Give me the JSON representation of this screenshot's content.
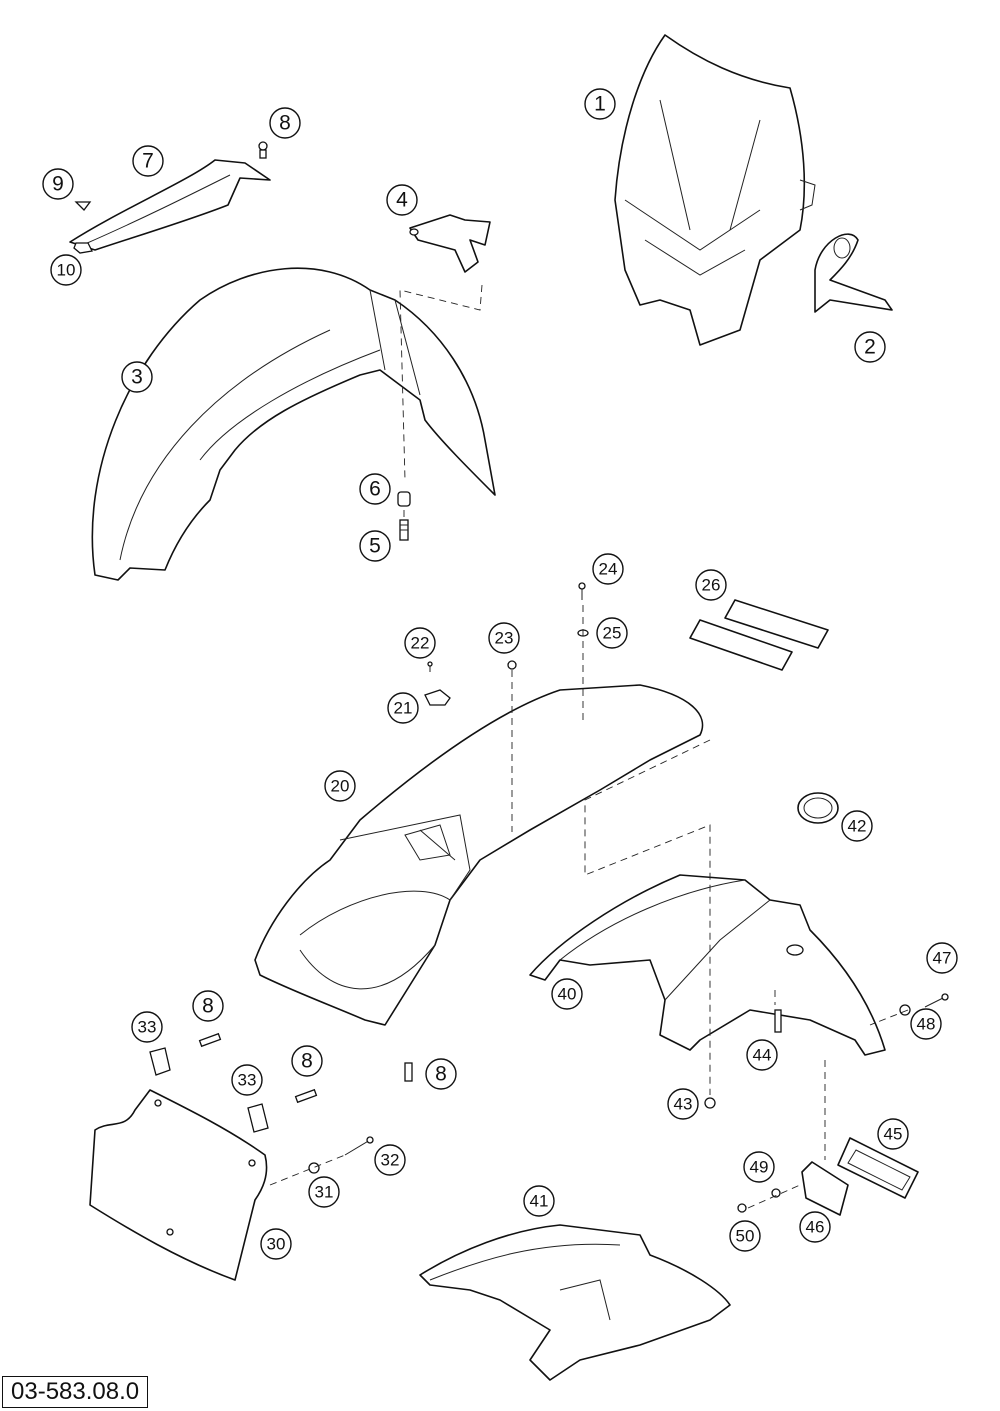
{
  "reference_number": "03-583.08.0",
  "callouts": [
    {
      "label": "1"
    },
    {
      "label": "2"
    },
    {
      "label": "3"
    },
    {
      "label": "4"
    },
    {
      "label": "5"
    },
    {
      "label": "6"
    },
    {
      "label": "7"
    },
    {
      "label": "8"
    },
    {
      "label": "9"
    },
    {
      "label": "10"
    },
    {
      "label": "20"
    },
    {
      "label": "21"
    },
    {
      "label": "22"
    },
    {
      "label": "23"
    },
    {
      "label": "24"
    },
    {
      "label": "25"
    },
    {
      "label": "26"
    },
    {
      "label": "8"
    },
    {
      "label": "8"
    },
    {
      "label": "8"
    },
    {
      "label": "33"
    },
    {
      "label": "33"
    },
    {
      "label": "30"
    },
    {
      "label": "31"
    },
    {
      "label": "32"
    },
    {
      "label": "40"
    },
    {
      "label": "41"
    },
    {
      "label": "42"
    },
    {
      "label": "43"
    },
    {
      "label": "44"
    },
    {
      "label": "45"
    },
    {
      "label": "46"
    },
    {
      "label": "47"
    },
    {
      "label": "48"
    },
    {
      "label": "49"
    },
    {
      "label": "50"
    }
  ]
}
